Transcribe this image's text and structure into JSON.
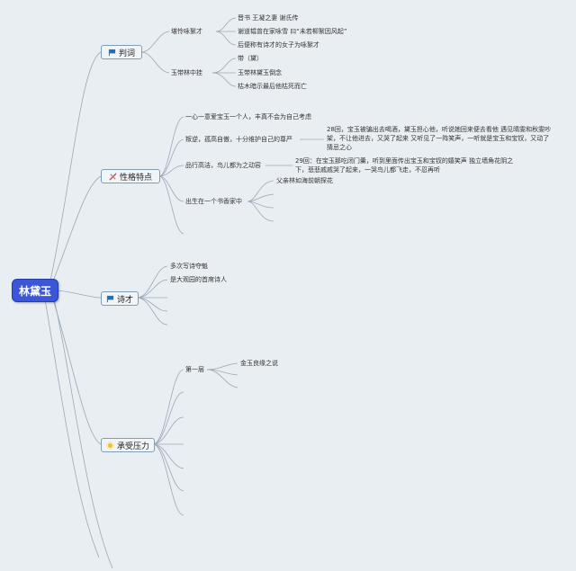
{
  "root": "林黛玉",
  "topics": {
    "t1": {
      "label": "判词",
      "icon": "flag-icon"
    },
    "t2": {
      "label": "性格特点",
      "icon": "tools-icon"
    },
    "t3": {
      "label": "诗才",
      "icon": "flag-icon"
    },
    "t4": {
      "label": "承受压力",
      "icon": "sun-icon"
    }
  },
  "nodes": {
    "yongxu": "堪怜咏絮才",
    "yongxu_1": "晋书 王凝之妻 谢氏传",
    "yongxu_2": "谢道韫曾在家咏雪 曰“未若柳絮因风起”",
    "yongxu_3": "后便称有诗才的女子为咏絮才",
    "yudai": "玉带林中挂",
    "yudai_1": "带（黛）",
    "yudai_2": "玉带林黛玉倒念",
    "yudai_3": "枯木暗示最后他枯死而亡",
    "xinyi": "一心一意爱宝玉一个人，丰真不会为自己考虑",
    "panni": "叛逆，孤高自傲，十分维护自己的尊严",
    "panni_detail_1": "28回，宝玉被骗出去喝酒，黛玉担心他，听说她回来便去看他 遇见晴雯和秋雯吵",
    "panni_detail_2": "架，不让他进去，又哭了起来 又听见了一阵笑声，一听就是宝玉和宝钗，又动了",
    "panni_detail_3": "猜忌之心",
    "pinxing": "品行高洁，鸟儿都为之动容",
    "pinxing_detail_1": "29回：在宝玉那吃闭门羹，听到里面传出宝玉和宝钗的嬉笑声 独立墙角花阴之",
    "pinxing_detail_2": "下，悲悲戚戚哭了起来，一哭鸟儿都飞走，不忍再听",
    "chusheng": "出生在一个书香家中",
    "chusheng_1": "父亲林如海前朝探花",
    "shi_1": "多次写诗夺魁",
    "shi_2": "是大观园的首席诗人",
    "diyiceng": "第一层",
    "jinyu": "金玉良缘之说"
  },
  "colors": {
    "root_bg": "#3b57d8",
    "link": "#9aa8b6",
    "flag": "#1f6fc0",
    "tools": "#d24a4a",
    "sun": "#f2c230"
  }
}
